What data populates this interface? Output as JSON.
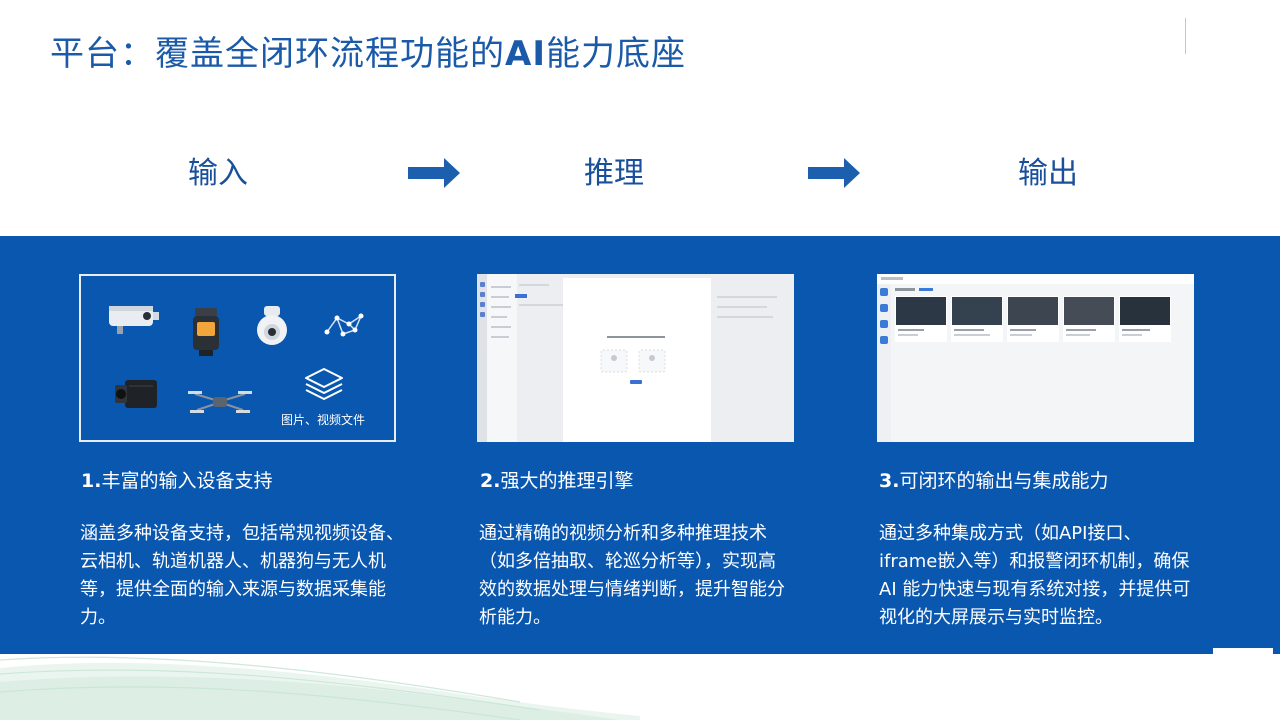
{
  "title": {
    "prefix": "平台：覆盖全闭环流程功能的",
    "ai": "AI",
    "suffix": "能力底座"
  },
  "flow": {
    "input": "输入",
    "inference": "推理",
    "output": "输出"
  },
  "colors": {
    "brand_blue": "#0a57b0",
    "title_blue": "#1a5aa8",
    "arrow_blue": "#1b5fae"
  },
  "panels": [
    {
      "num": "1.",
      "heading": "丰富的输入设备支持",
      "desc": "涵盖多种设备支持，包括常规视频设备、云相机、轨道机器人、机器狗与无人机等，提供全面的输入来源与数据采集能力。",
      "icons": [
        "bullet-camera-icon",
        "box-camera-icon",
        "dome-camera-icon",
        "network-icon",
        "industrial-camera-icon",
        "drone-icon",
        "layers-icon"
      ],
      "caption": "图片、视频文件"
    },
    {
      "num": "2.",
      "heading": "强大的推理引擎",
      "desc": "通过精确的视频分析和多种推理技术（如多倍抽取、轮巡分析等），实现高效的数据处理与情绪判断，提升智能分析能力。"
    },
    {
      "num": "3.",
      "heading": "可闭环的输出与集成能力",
      "desc": "通过多种集成方式（如API接口、iframe嵌入等）和报警闭环机制，确保 AI 能力快速与现有系统对接，并提供可视化的大屏展示与实时监控。"
    }
  ]
}
